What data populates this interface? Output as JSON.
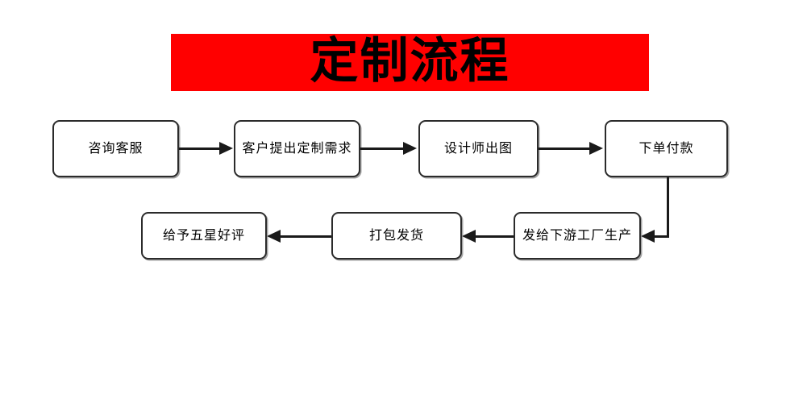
{
  "title": {
    "text": "定制流程",
    "banner_color": "#ff0000",
    "text_color": "#000000"
  },
  "flow": {
    "box_border_color": "#2b2b2b",
    "connector_color": "#1a1a1a",
    "steps": [
      {
        "id": "step-1",
        "label": "咨询客服"
      },
      {
        "id": "step-2",
        "label": "客户提出定制需求"
      },
      {
        "id": "step-3",
        "label": "设计师出图"
      },
      {
        "id": "step-4",
        "label": "下单付款"
      },
      {
        "id": "step-5",
        "label": "发给下游工厂生产"
      },
      {
        "id": "step-6",
        "label": "打包发货"
      },
      {
        "id": "step-7",
        "label": "给予五星好评"
      }
    ]
  }
}
